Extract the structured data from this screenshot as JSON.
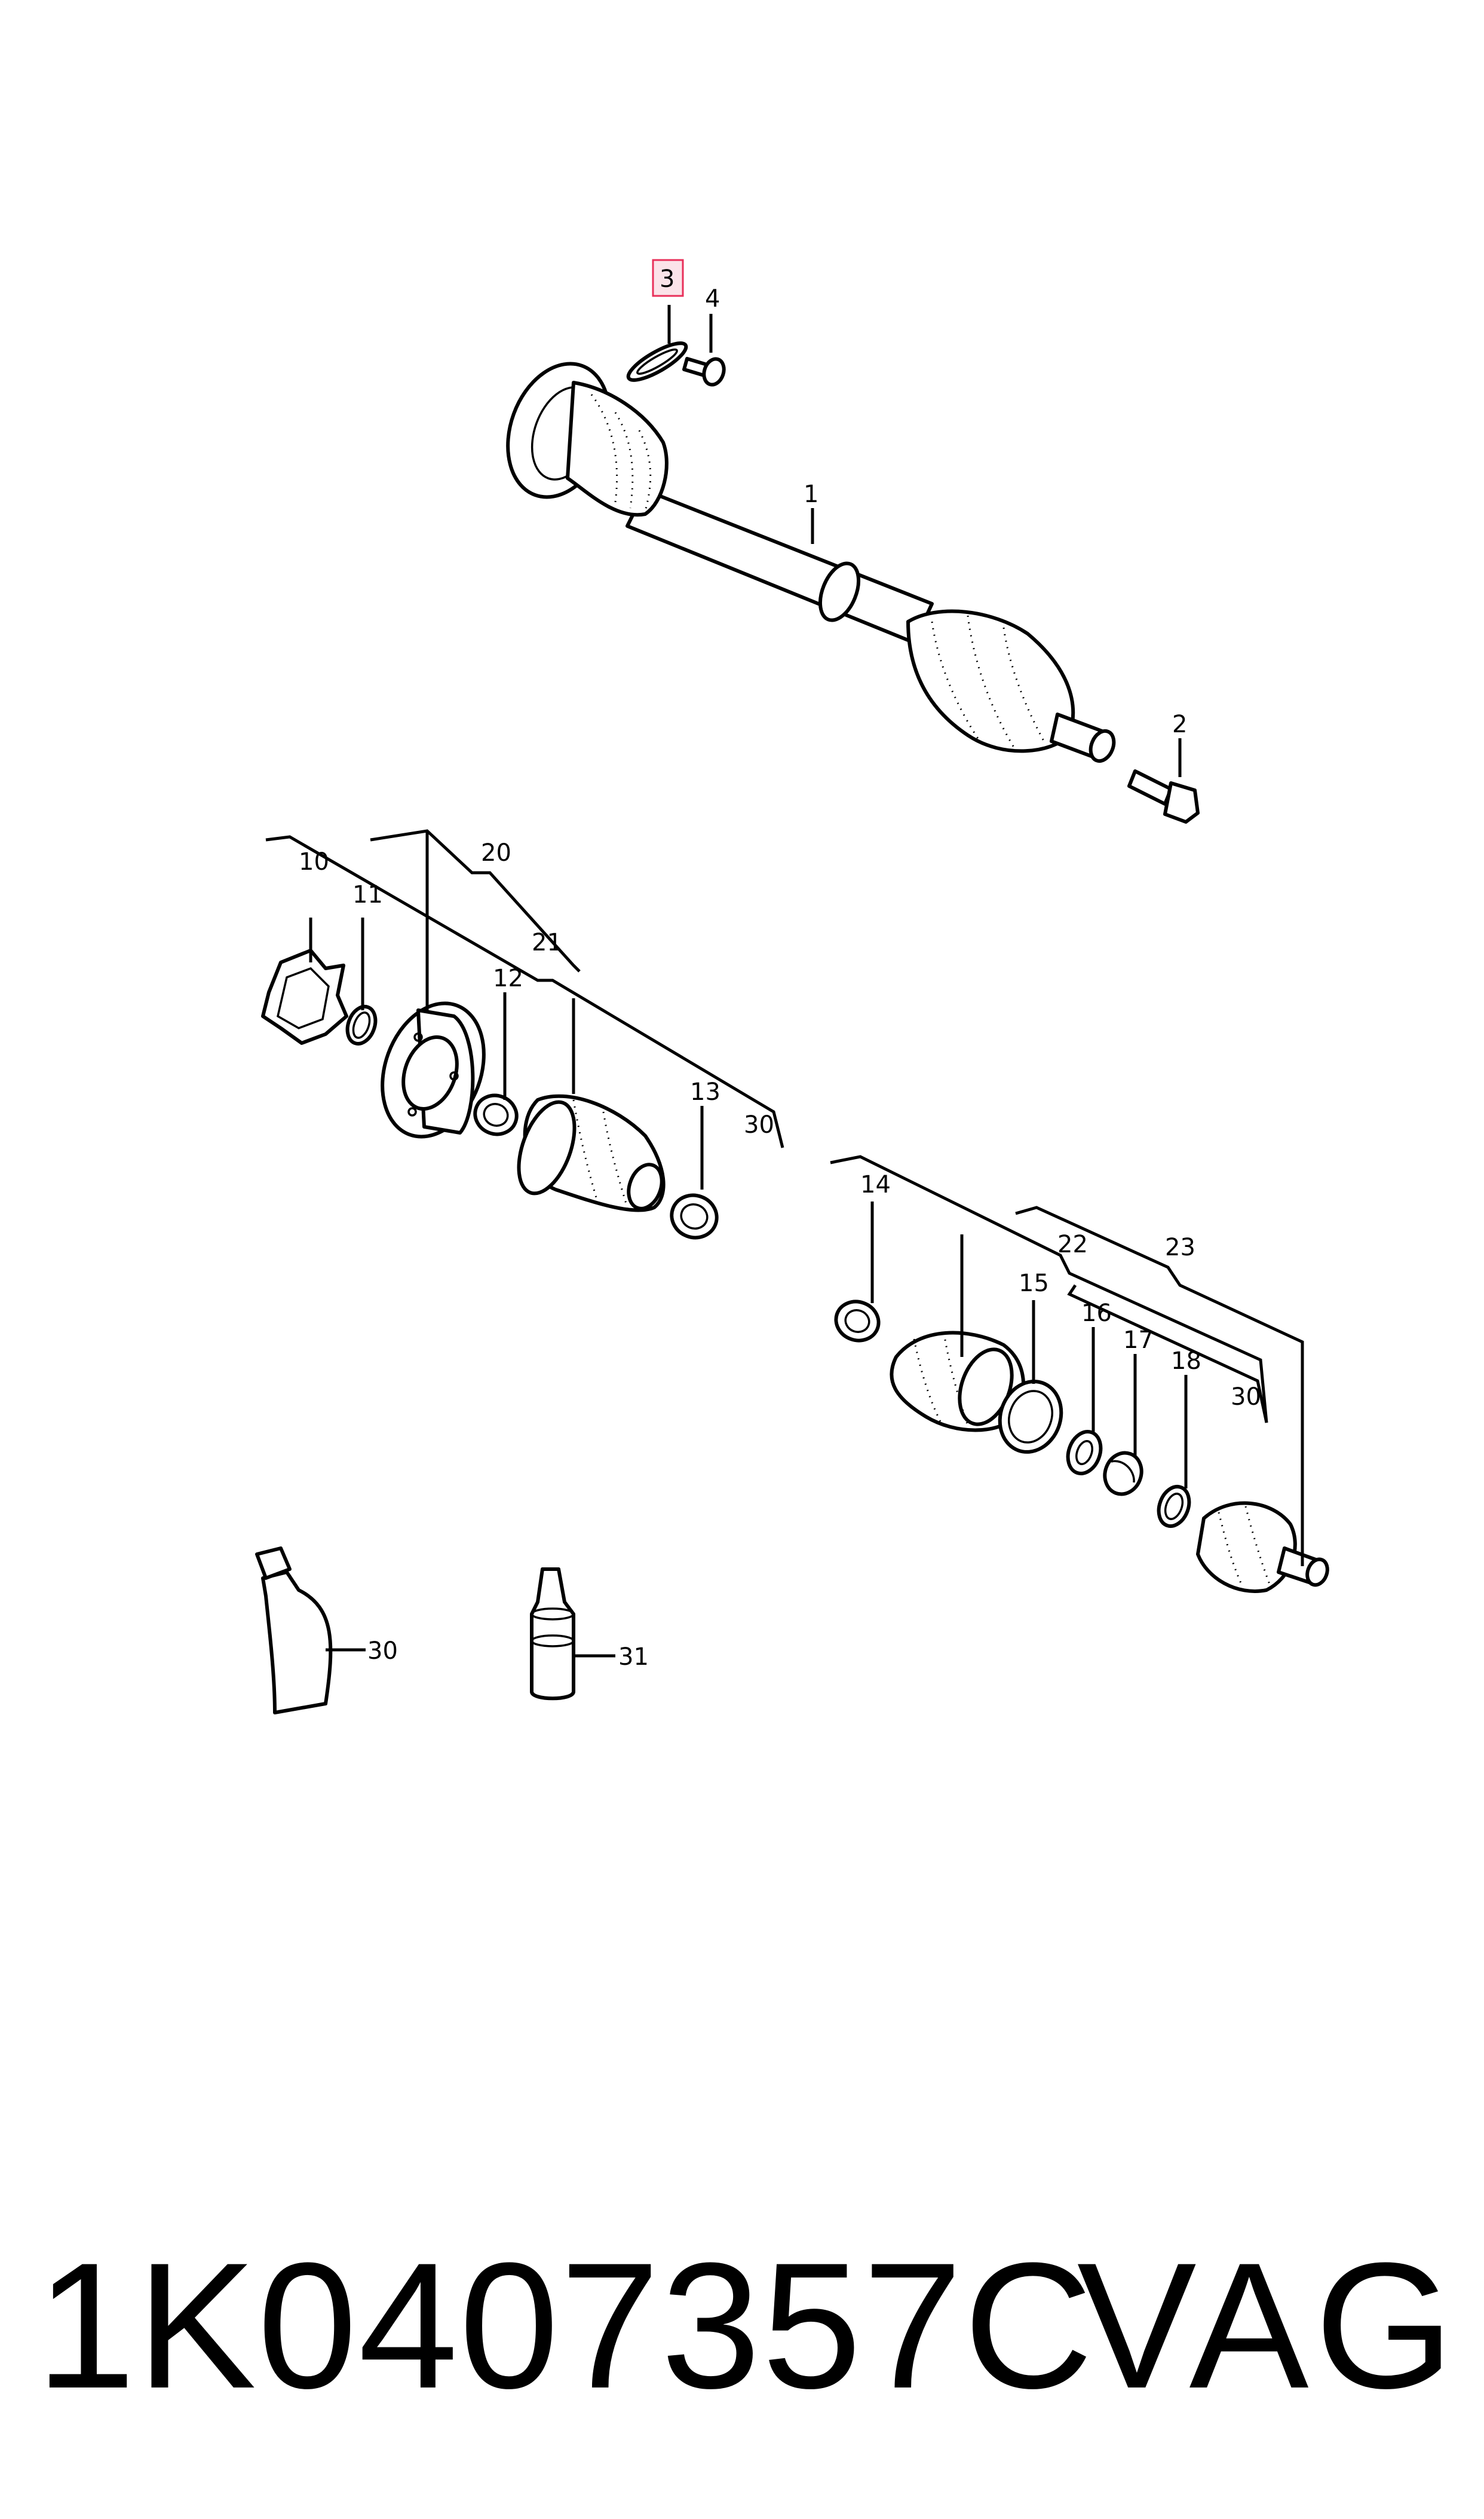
{
  "callouts": {
    "c1": "1",
    "c2": "2",
    "c3": "3",
    "c4": "4",
    "c10": "10",
    "c11": "11",
    "c12": "12",
    "c13": "13",
    "c14": "14",
    "c15": "15",
    "c16": "16",
    "c17": "17",
    "c18": "18",
    "c20": "20",
    "c21": "21",
    "c22": "22",
    "c23": "23",
    "c30a": "30",
    "c30b": "30",
    "c30c": "30",
    "c31": "31"
  },
  "highlight_color": "#e8305a",
  "footer": {
    "part_number": "1K0407357C",
    "brand": "VAG"
  }
}
